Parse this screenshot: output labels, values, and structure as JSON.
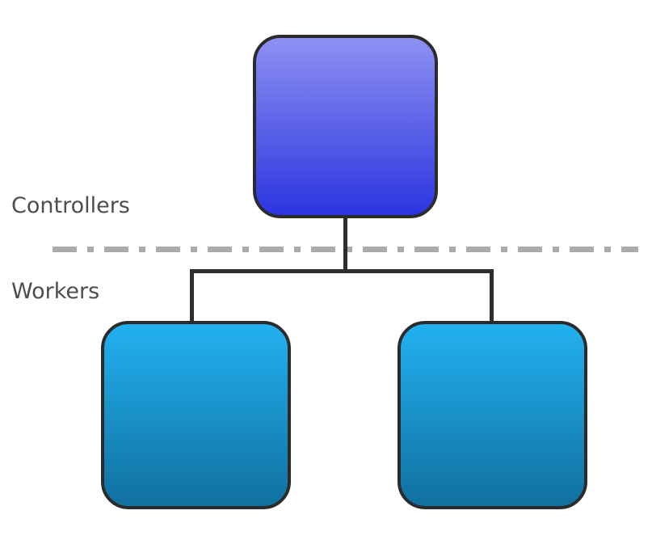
{
  "diagram": {
    "type": "hierarchy",
    "labels": {
      "controllers": "Controllers",
      "workers": "Workers"
    },
    "tiers": [
      {
        "name": "Controllers",
        "node_count": 1
      },
      {
        "name": "Workers",
        "node_count": 2
      }
    ],
    "nodes": [
      {
        "id": "controller-node",
        "tier": "Controllers",
        "shape": "rounded-square"
      },
      {
        "id": "worker-node-1",
        "tier": "Workers",
        "shape": "rounded-square"
      },
      {
        "id": "worker-node-2",
        "tier": "Workers",
        "shape": "rounded-square"
      }
    ],
    "edges": [
      {
        "from": "controller-node",
        "to": "worker-node-1"
      },
      {
        "from": "controller-node",
        "to": "worker-node-2"
      }
    ],
    "divider_style": "dash-dot",
    "colors": {
      "controller_gradient_top": "#8d90f2",
      "controller_gradient_bottom": "#2b35df",
      "worker_gradient_top": "#22b1f0",
      "worker_gradient_bottom": "#10709f",
      "node_stroke": "#2b2b2b",
      "connector": "#2e2e2e",
      "divider": "#ababab",
      "label_text": "#4d4d4d",
      "canvas_bg": "#ffffff"
    }
  }
}
